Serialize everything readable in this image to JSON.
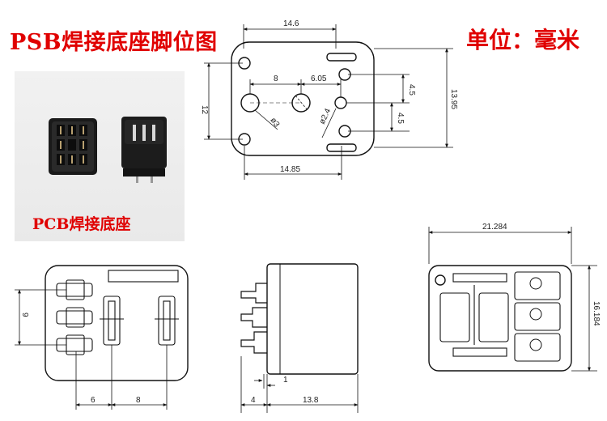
{
  "title": "PSB焊接底座脚位图",
  "unit_label": "单位：毫米",
  "photo_caption": "PCB焊接底座",
  "colors": {
    "title_red": "#e00000",
    "line": "#111111"
  },
  "top_view": {
    "dim_width_top": "14.6",
    "dim_width_bottom": "14.85",
    "dim_height_left": "12",
    "dim_height_right": "13.95",
    "dim_center_left": "8",
    "dim_center_right": "6.05",
    "dim_offset_upper": "4.5",
    "dim_offset_lower": "4.5",
    "dia_small": "ø3",
    "dia_large": "ø2.4"
  },
  "front_view": {
    "dim_pitch_v": "9",
    "dim_h1": "6",
    "dim_h2": "8"
  },
  "side_view": {
    "dim_small": "1",
    "dim_pin": "4",
    "dim_body": "13.8"
  },
  "bottom_view": {
    "dim_width": "21.284",
    "dim_height": "16.184"
  }
}
